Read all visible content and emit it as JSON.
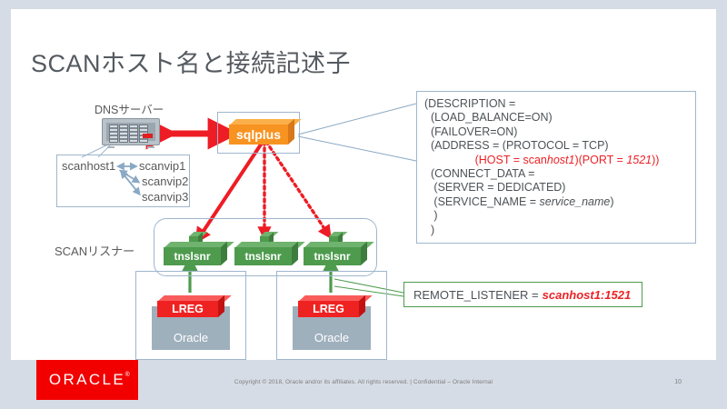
{
  "slide": {
    "title": "SCANホスト名と接続記述子",
    "page_number": "10"
  },
  "labels": {
    "dns_server": "DNSサーバー",
    "scan_listener": "SCANリスナー"
  },
  "dns_mapping": {
    "host": "scanhost1",
    "vips": [
      "scanvip1",
      "scanvip2",
      "scanvip3"
    ]
  },
  "client": {
    "sqlplus_label": "sqlplus"
  },
  "listeners": [
    {
      "label": "tnslsnr"
    },
    {
      "label": "tnslsnr"
    },
    {
      "label": "tnslsnr"
    }
  ],
  "instances": [
    {
      "process_label": "LREG",
      "db_label": "Oracle"
    },
    {
      "process_label": "LREG",
      "db_label": "Oracle"
    }
  ],
  "connect_descriptor": {
    "lines": [
      "(DESCRIPTION =",
      "  (LOAD_BALANCE=ON)",
      "  (FAILOVER=ON)",
      "  (ADDRESS = (PROTOCOL = TCP)",
      "  (CONNECT_DATA =",
      "    (SERVER = DEDICATED)",
      "    (SERVICE_NAME = service_name)",
      "   )",
      "  )"
    ],
    "line1": "(DESCRIPTION =",
    "line2": "  (LOAD_BALANCE=ON)",
    "line3": "  (FAILOVER=ON)",
    "line4": "  (ADDRESS = (PROTOCOL = TCP)",
    "line5_prefix": "                (HOST = scan",
    "line5_host_em": "host1",
    "line5_mid": ")(PORT = ",
    "line5_port": "1521",
    "line5_suffix": "))",
    "line6": "  (CONNECT_DATA =",
    "line7": "   (SERVER = DEDICATED)",
    "line8_prefix": "   (SERVICE_NAME = ",
    "line8_service": "service_name",
    "line8_suffix": ")",
    "line9": "   )",
    "line10": "  )"
  },
  "remote_listener": {
    "key": "REMOTE_LISTENER =",
    "value": "scanhost1:1521"
  },
  "footer": {
    "logo_text": "ORACLE",
    "logo_mark": "®",
    "copyright": "Copyright © 2018, Oracle and/or its affiliates. All rights reserved.  |  Confidential – Oracle Internal"
  },
  "colors": {
    "accent_red": "#ec2227",
    "oracle_red": "#f20000",
    "listener_green": "#4e9b4e",
    "client_orange": "#f79321",
    "frame_blue": "#9fb6cd",
    "instance_grey": "#9fb0bd"
  }
}
